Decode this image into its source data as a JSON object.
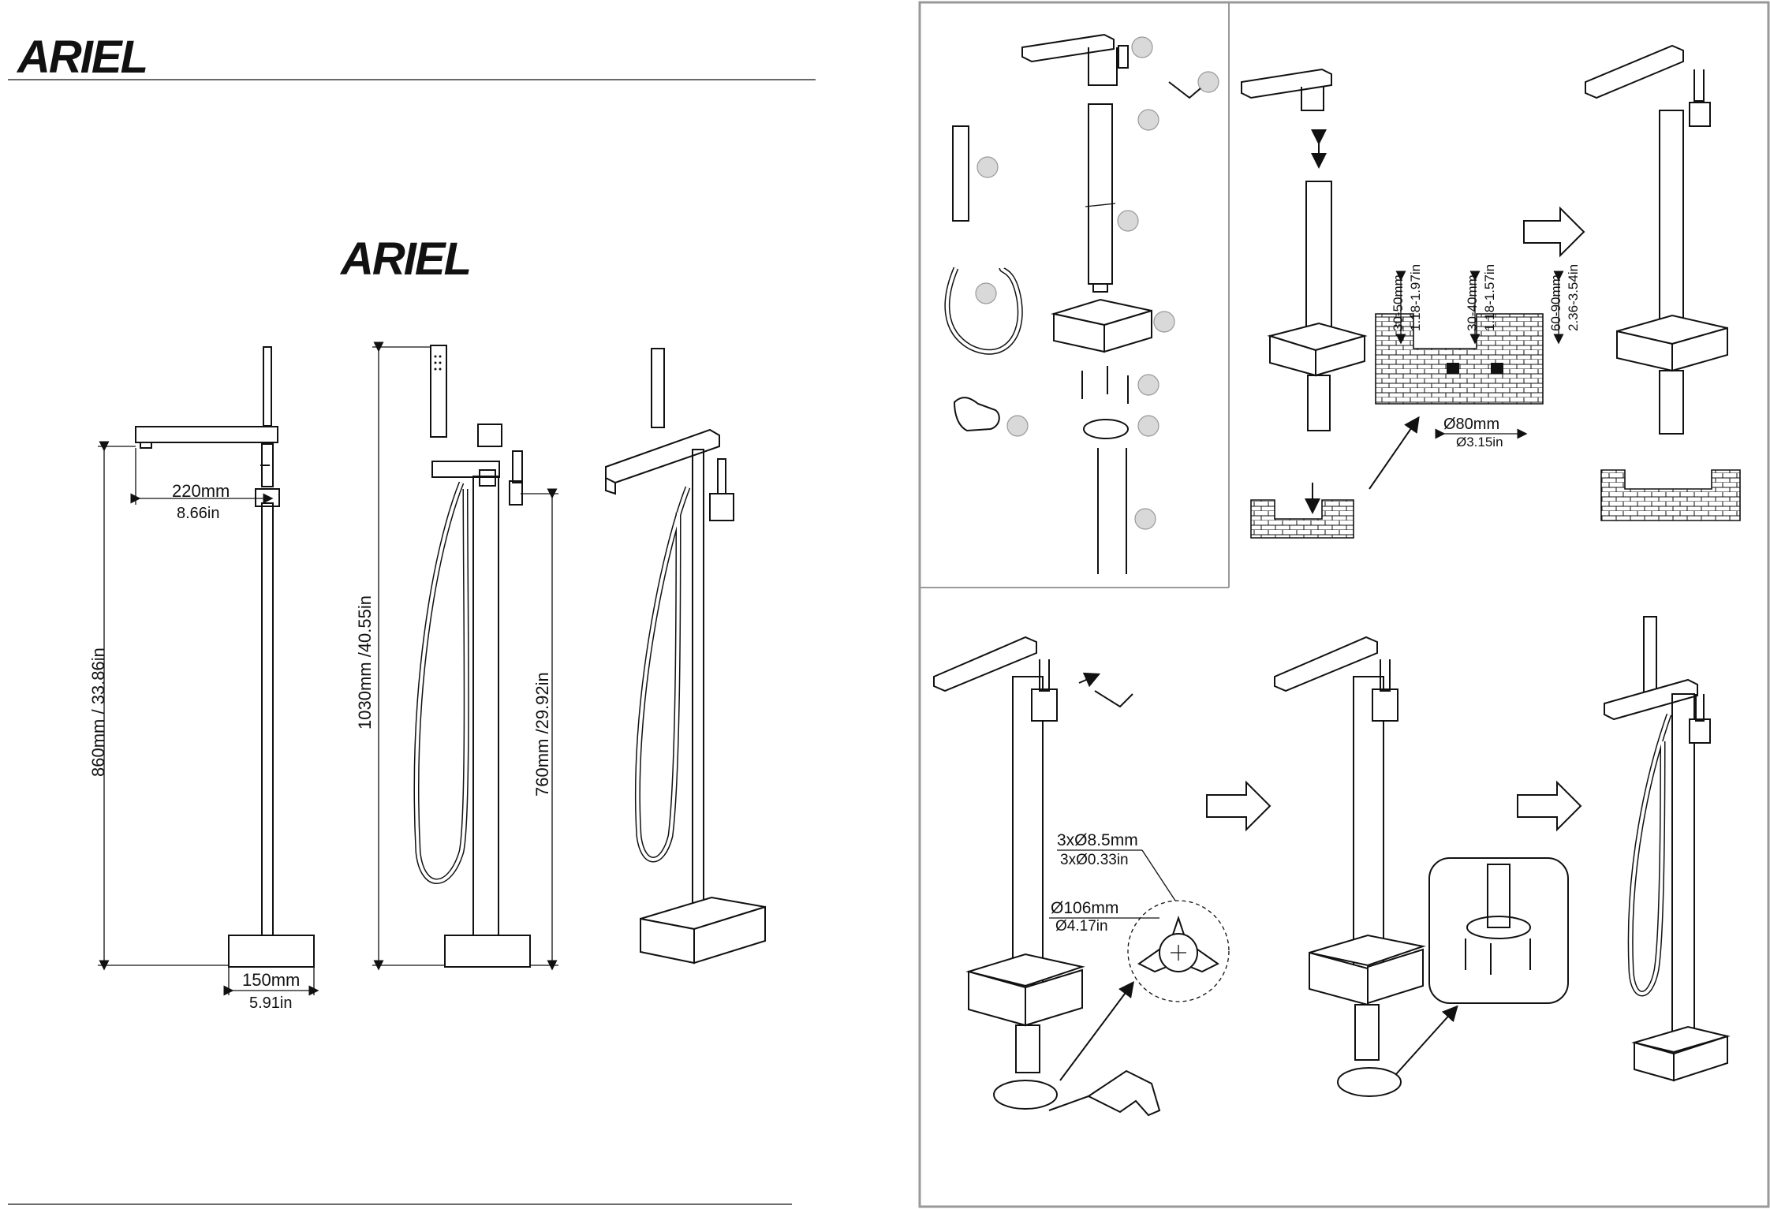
{
  "brand": {
    "logo_text": "ARIEL"
  },
  "dimensions": {
    "spout_reach_mm": "220mm",
    "spout_reach_in": "8.66in",
    "spout_height": "860mm / 33.86in",
    "overall_height": "1030mm /40.55in",
    "handle_height": "760mm /29.92in",
    "base_width_mm": "150mm",
    "base_width_in": "5.91in"
  },
  "install": {
    "depth_left_mm": "30-50mm",
    "depth_left_in": "1.18-1.97in",
    "depth_mid_mm": "30-40mm",
    "depth_mid_in": "1.18-1.57in",
    "depth_right_mm": "60-90mm",
    "depth_right_in": "2.36-3.54in",
    "hole_mm": "Ø80mm",
    "hole_in": "Ø3.15in",
    "screw_mm": "3xØ8.5mm",
    "screw_in": "3xØ0.33in",
    "plate_mm": "Ø106mm",
    "plate_in": "Ø4.17in"
  },
  "colors": {
    "line": "#111111",
    "panel_border": "#999999",
    "part_marker": "#d9d9d9"
  },
  "icons": [
    "arrow-right-icon",
    "arrow-diagonal-icon",
    "drill-icon",
    "glove-icon",
    "allen-key-icon"
  ]
}
